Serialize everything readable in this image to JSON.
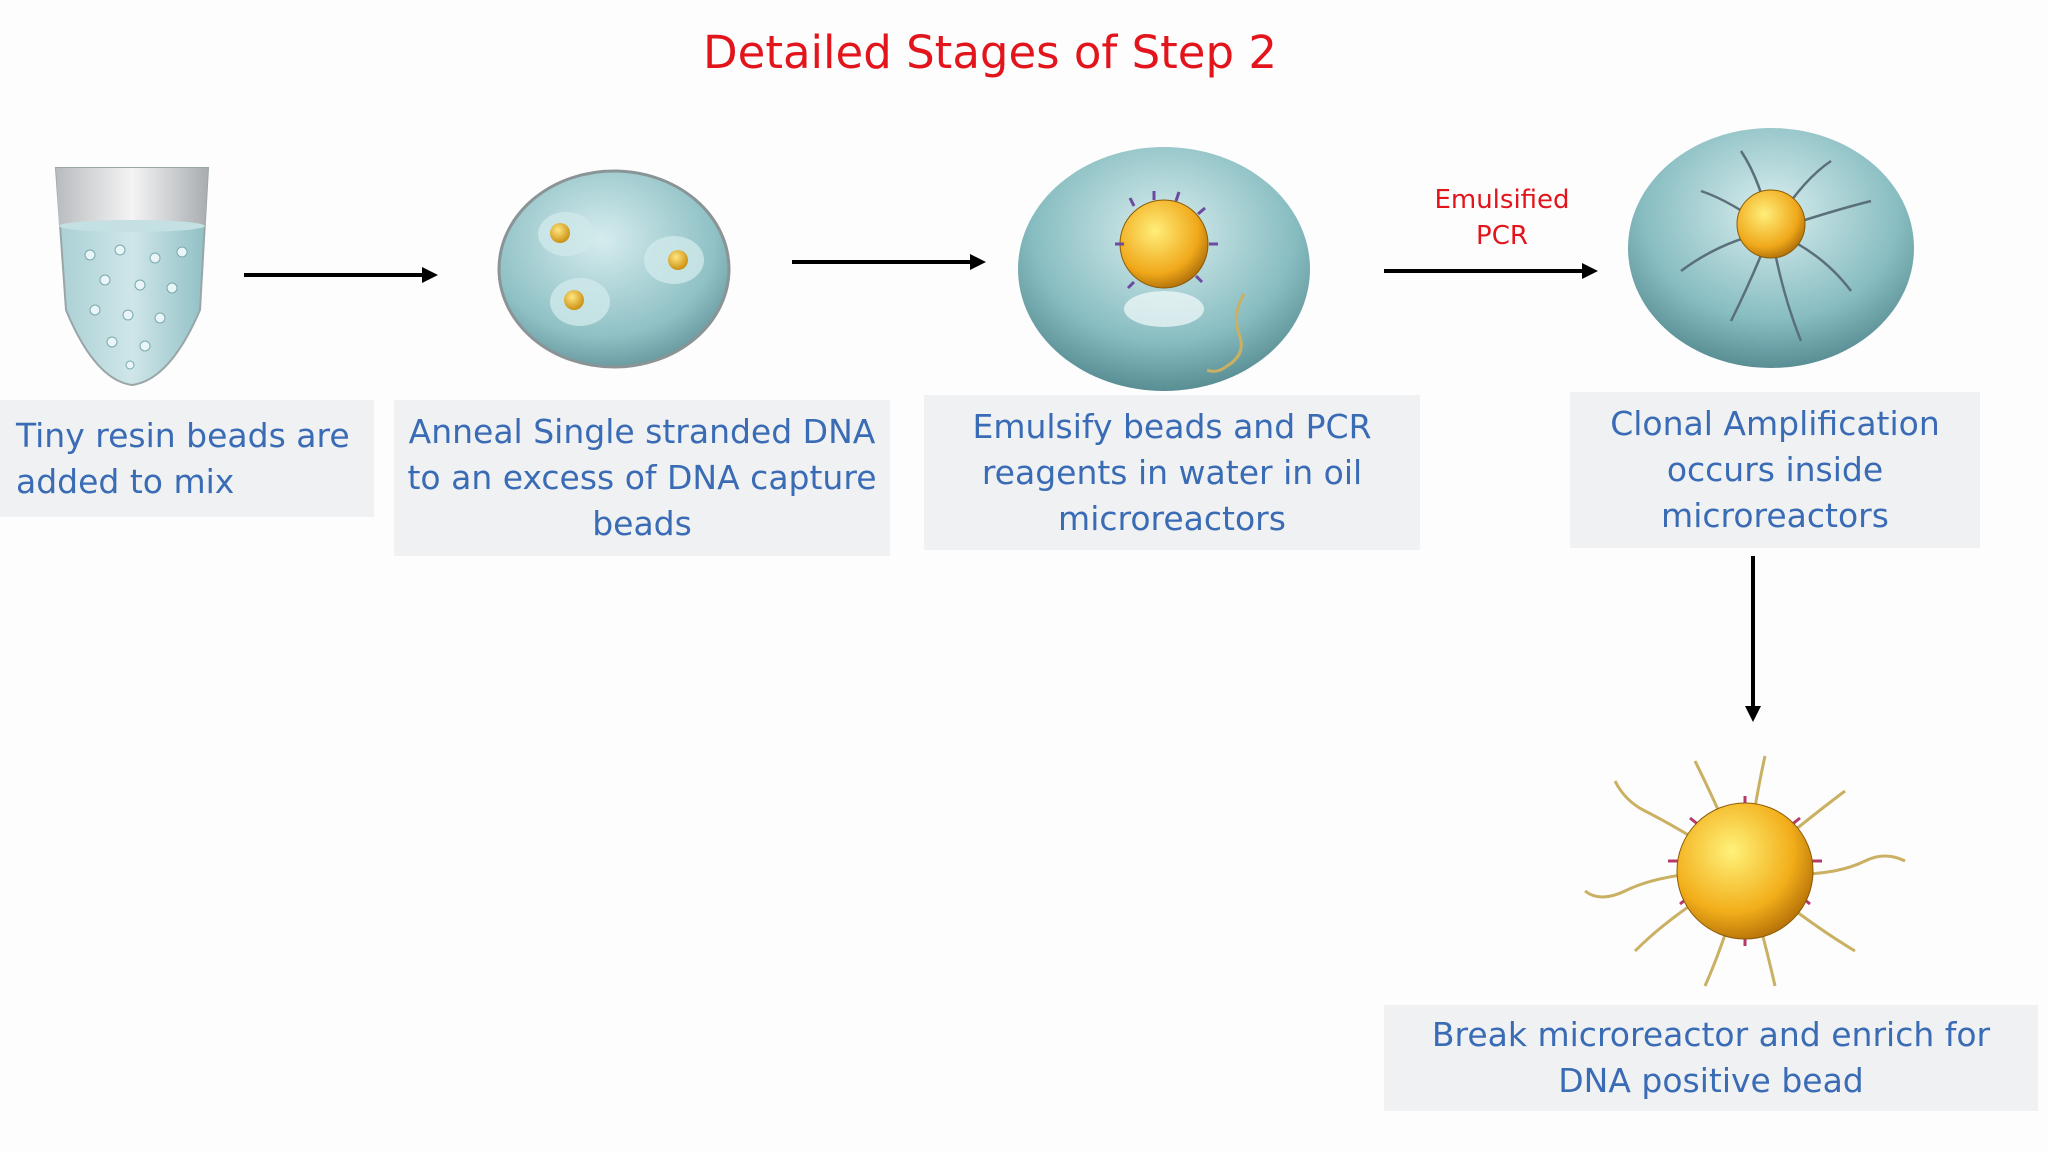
{
  "title": "Detailed Stages of Step 2",
  "steps": [
    {
      "caption": "Tiny resin beads are added to mix"
    },
    {
      "caption": "Anneal Single stranded DNA to an excess of DNA capture beads"
    },
    {
      "caption": "Emulsify beads and PCR reagents in water in oil microreactors"
    },
    {
      "caption": "Clonal Amplification occurs inside microreactors"
    },
    {
      "caption": "Break microreactor and enrich for DNA positive bead"
    }
  ],
  "arrow_label": "Emulsified PCR",
  "colors": {
    "title": "#e2141c",
    "caption_text": "#3a6bb5",
    "caption_bg": "#f0f1f3",
    "droplet": "#7fb5b8",
    "bead": "#f2b21a"
  }
}
